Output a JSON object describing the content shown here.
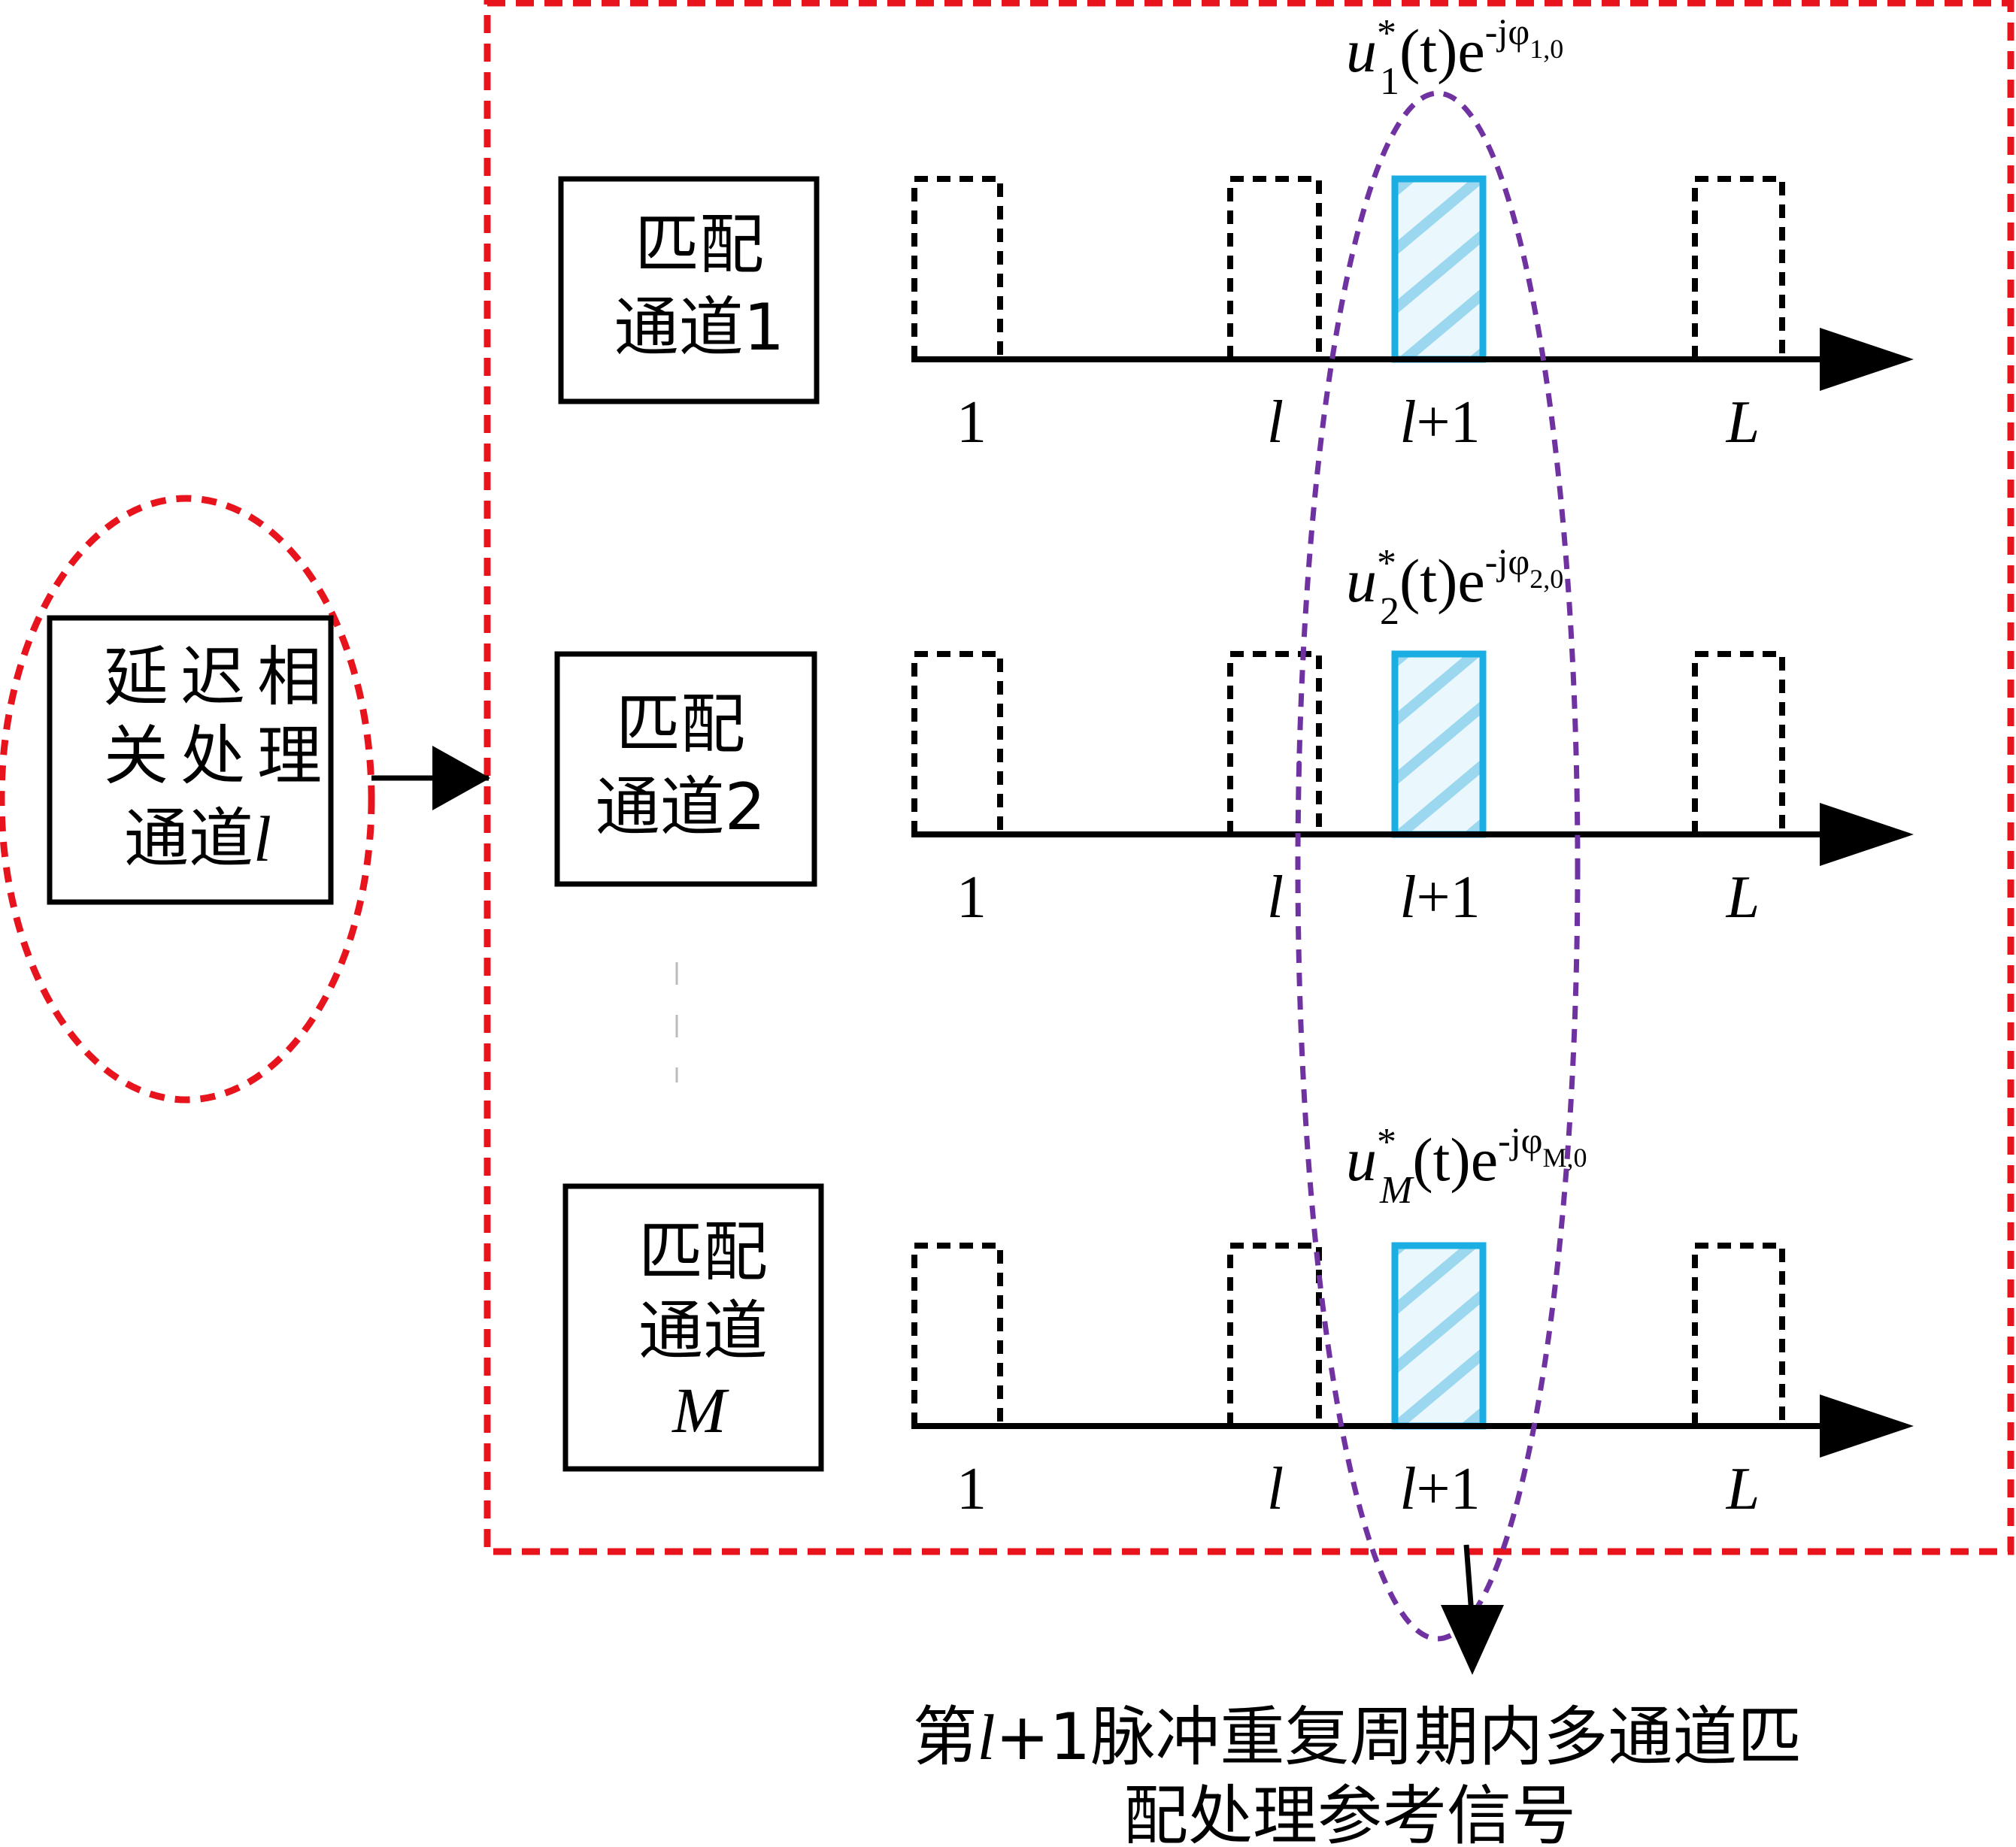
{
  "source": {
    "lines": [
      "延迟相",
      "关处理"
    ],
    "line3_text": "通道",
    "line3_var": "l"
  },
  "channels": [
    {
      "lines": [
        "匹配",
        "通道1"
      ],
      "formula": {
        "base": "u",
        "sup": "*",
        "sub": "1",
        "body": "(t)e",
        "exp": "-jφ",
        "exp_sub": "1,0"
      }
    },
    {
      "lines": [
        "匹配",
        "通道2"
      ],
      "formula": {
        "base": "u",
        "sup": "*",
        "sub": "2",
        "body": "(t)e",
        "exp": "-jφ",
        "exp_sub": "2,0"
      }
    },
    {
      "lines": [
        "匹配",
        "通道"
      ],
      "var_line": "M",
      "formula": {
        "base": "u",
        "sup": "*",
        "sub": "M",
        "body": "(t)e",
        "exp": "-jφ",
        "exp_sub": "M,0"
      }
    }
  ],
  "axis_labels": {
    "first": "1",
    "l": "l",
    "lplus_var": "l",
    "lplus_rest": "+1",
    "last": "L"
  },
  "output_caption": {
    "prefix": "第",
    "var": "l",
    "line1_rest": "+1脉冲重复周期内多通道匹",
    "line2": "配处理参考信号"
  },
  "colors": {
    "red_dashed": "#e8141d",
    "purple_dashed": "#6f32a0",
    "pulse_highlight": "#1aaee3",
    "hatch": "#8fd3ef",
    "black": "#000000"
  }
}
